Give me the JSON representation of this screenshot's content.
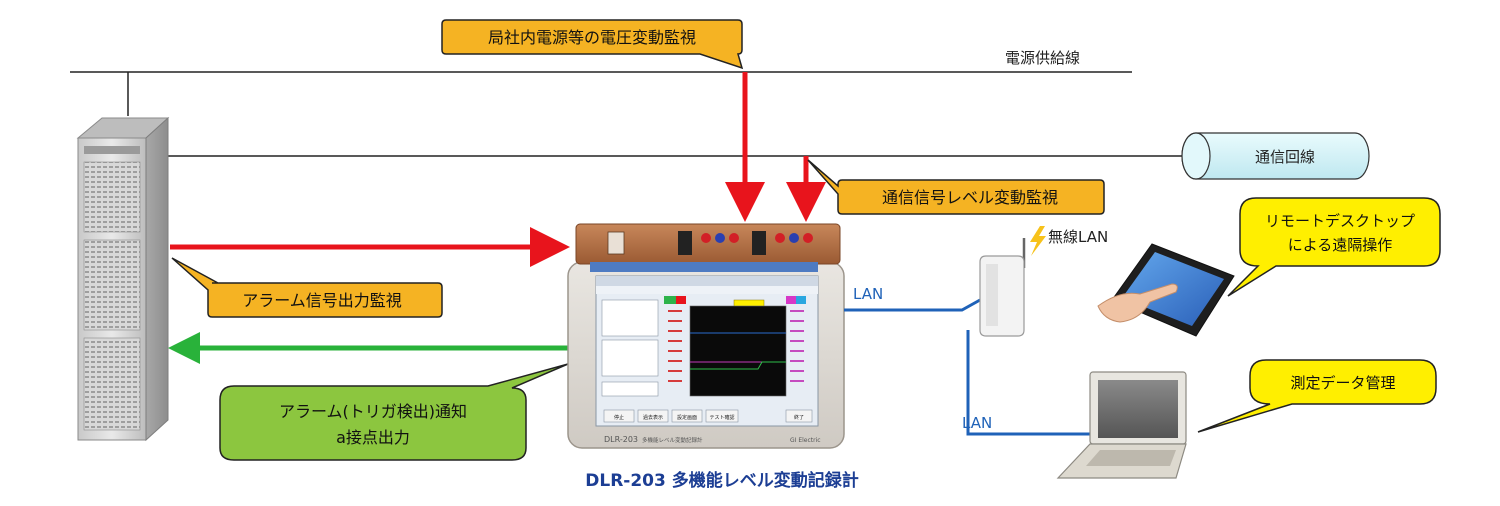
{
  "labels": {
    "power_line": "電源供給線",
    "comm_line": "通信回線",
    "wireless_lan": "無線LAN",
    "lan_top": "LAN",
    "lan_bottom": "LAN",
    "product_title": "DLR-203 多機能レベル変動記録計"
  },
  "callouts": {
    "voltage_monitor": "局社内電源等の電圧変動監視",
    "signal_level_monitor": "通信信号レベル変動監視",
    "alarm_output_monitor": "アラーム信号出力監視",
    "alarm_notify_line1": "アラーム(トリガ検出)通知",
    "alarm_notify_line2": "a接点出力",
    "remote_desktop_line1": "リモートデスクトップ",
    "remote_desktop_line2": "による遠隔操作",
    "data_management": "測定データ管理"
  },
  "device": {
    "model_label": "DLR-203",
    "model_subtitle": "多機能レベル変動記録計",
    "brand": "GI Electric",
    "buttons": [
      "停止",
      "過去表示",
      "設定画面",
      "テスト確認",
      "終了"
    ]
  },
  "colors": {
    "red_arrow": "#e8141c",
    "green_arrow": "#29b23a",
    "orange_callout": "#f5b323",
    "green_callout": "#8cc63f",
    "yellow_callout": "#ffef00",
    "lan_blue": "#1f62b8",
    "comm_cylinder": "#d2f2f8",
    "title_blue": "#1c3e94"
  }
}
